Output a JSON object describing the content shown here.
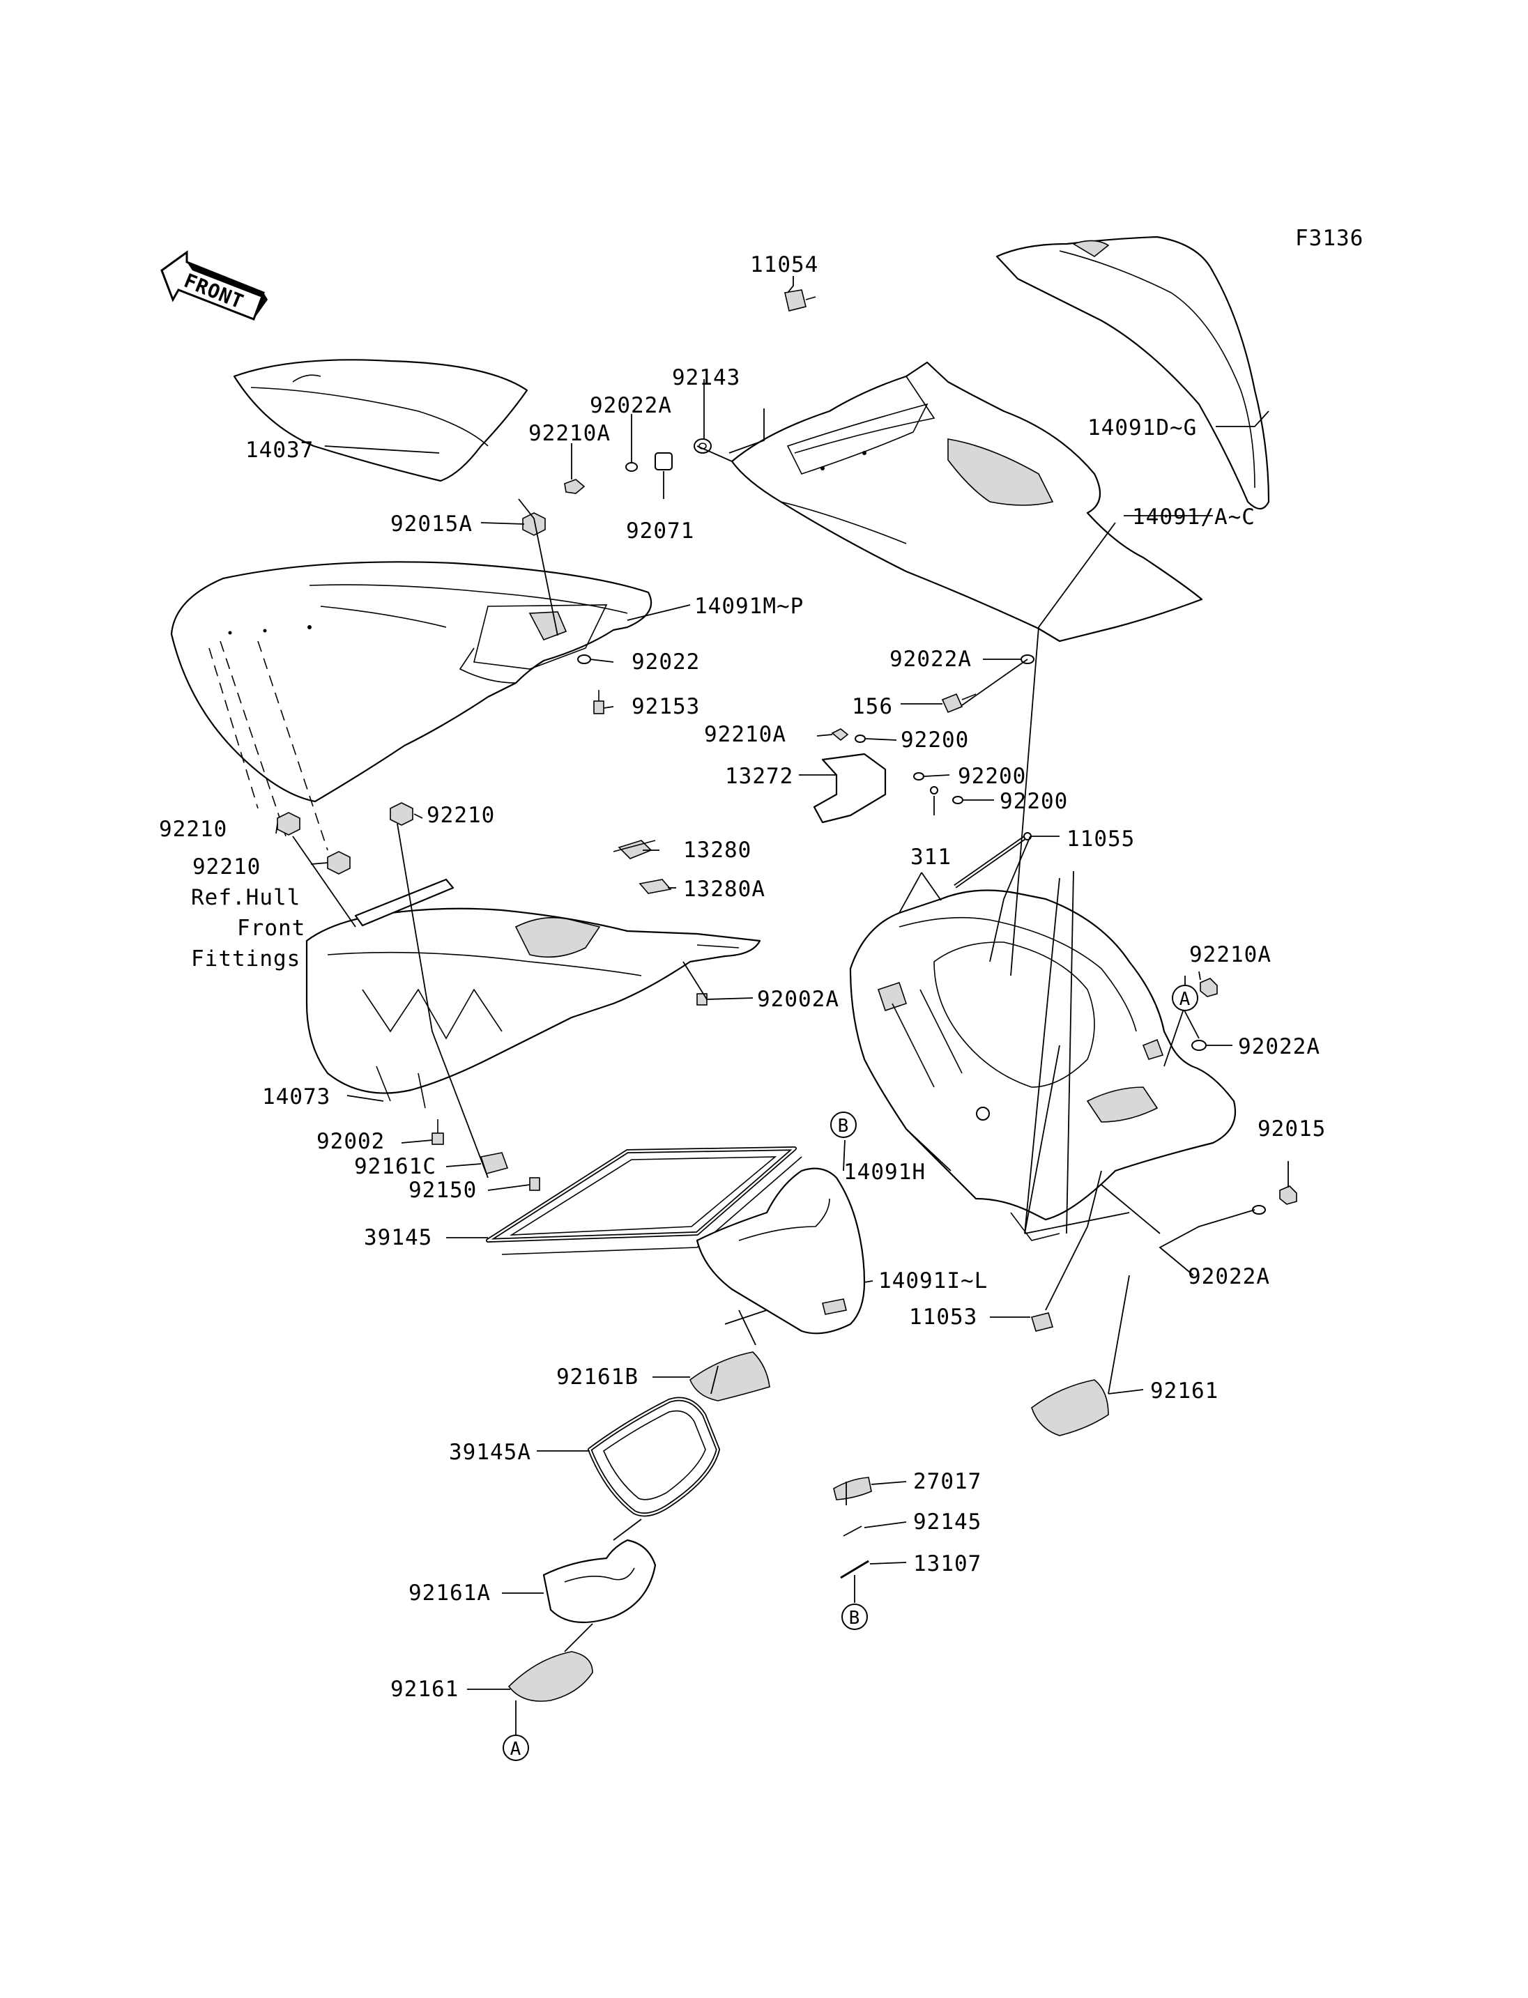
{
  "figure_code": "F3136",
  "front_arrow": {
    "label": "FRONT"
  },
  "callouts": {
    "A": "A",
    "B": "B"
  },
  "labels": {
    "p11054": "11054",
    "p92143": "92143",
    "p92022A_top": "92022A",
    "p92210A_top": "92210A",
    "p14037": "14037",
    "p92071": "92071",
    "p14091DG": "14091D~G",
    "p14091AC": "14091/A~C",
    "p92015A": "92015A",
    "p14091MP": "14091M~P",
    "p92022": "92022",
    "p92153": "92153",
    "p92022A_mid": "92022A",
    "p156": "156",
    "p92210A_mid": "92210A",
    "p92200_1": "92200",
    "p13272": "13272",
    "p92200_2": "92200",
    "p92200_3": "92200",
    "p92210_left": "92210",
    "p92210_right": "92210",
    "p13280": "13280",
    "p311": "311",
    "p11055": "11055",
    "p92210_lower": "92210",
    "p13280A": "13280A",
    "ref_line1": "Ref.Hull",
    "ref_line2": "Front",
    "ref_line3": "Fittings",
    "p92210A_right": "92210A",
    "p92002A": "92002A",
    "p92022A_right": "92022A",
    "p14073": "14073",
    "p92002": "92002",
    "p92161C": "92161C",
    "p92150": "92150",
    "p14091H": "14091H",
    "p92015": "92015",
    "p39145": "39145",
    "p14091IL": "14091I~L",
    "p92022A_lowright": "92022A",
    "p11053": "11053",
    "p92161B": "92161B",
    "p92161_right": "92161",
    "p39145A": "39145A",
    "p27017": "27017",
    "p92145": "92145",
    "p13107": "13107",
    "p92161A": "92161A",
    "p92161_bottom": "92161"
  }
}
